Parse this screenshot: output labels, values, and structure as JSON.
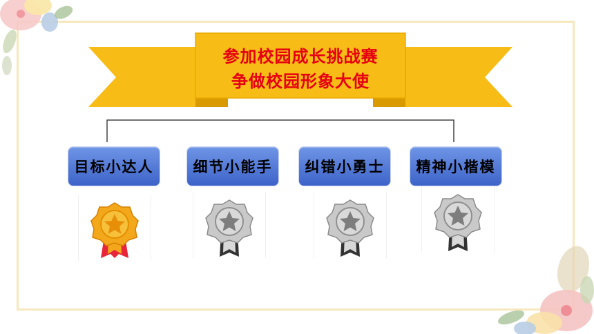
{
  "title": {
    "line1": "参加校园成长挑战赛",
    "line2": "争做校园形象大使"
  },
  "awards": [
    {
      "label": "目标小达人",
      "medal": "gold-medal-icon"
    },
    {
      "label": "细节小能手",
      "medal": "silver-medal-icon"
    },
    {
      "label": "纠错小勇士",
      "medal": "silver-medal-icon"
    },
    {
      "label": "精神小楷模",
      "medal": "silver-medal-icon"
    }
  ],
  "colors": {
    "banner": "#f7bc15",
    "banner_dark": "#d99a00",
    "title_text": "#e60012",
    "pill_top": "#6f95e6",
    "pill_bottom": "#3d63c9",
    "frame": "#f7e7bd",
    "gold": "#f3a81c",
    "silver": "#b5b5b5"
  }
}
